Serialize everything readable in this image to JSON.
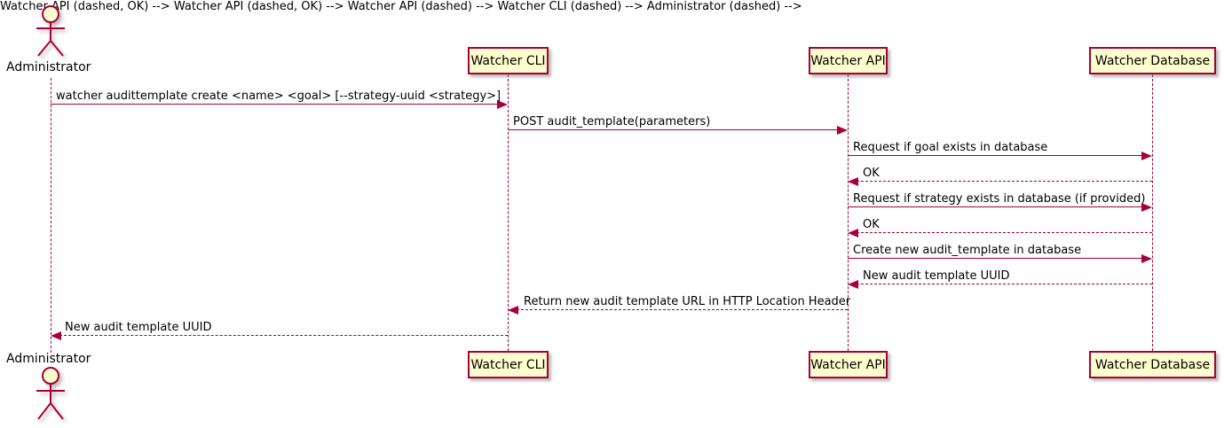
{
  "diagram": {
    "type": "sequence-diagram",
    "colors": {
      "accent": "#A80036",
      "participant_fill": "#FEFECE",
      "text": "#000000",
      "background": "#FFFFFF"
    },
    "actor": {
      "name": "Administrator"
    },
    "participants": [
      {
        "name": "Watcher CLI"
      },
      {
        "name": "Watcher API"
      },
      {
        "name": "Watcher Database"
      }
    ],
    "messages": [
      {
        "from": "Administrator",
        "to": "Watcher CLI",
        "style": "solid",
        "label": "watcher audittemplate create <name> <goal> [--strategy-uuid <strategy>]"
      },
      {
        "from": "Watcher CLI",
        "to": "Watcher API",
        "style": "solid",
        "label": "POST audit_template(parameters)"
      },
      {
        "from": "Watcher API",
        "to": "Watcher Database",
        "style": "solid",
        "label": "Request if goal exists in database"
      },
      {
        "from": "Watcher Database",
        "to": "Watcher API",
        "style": "dashed",
        "label": "OK"
      },
      {
        "from": "Watcher API",
        "to": "Watcher Database",
        "style": "solid",
        "label": "Request if strategy exists in database (if provided)"
      },
      {
        "from": "Watcher Database",
        "to": "Watcher API",
        "style": "dashed",
        "label": "OK"
      },
      {
        "from": "Watcher API",
        "to": "Watcher Database",
        "style": "solid",
        "label": "Create new audit_template in database"
      },
      {
        "from": "Watcher Database",
        "to": "Watcher API",
        "style": "dashed",
        "label": "New audit template UUID"
      },
      {
        "from": "Watcher API",
        "to": "Watcher CLI",
        "style": "dashed",
        "label": "Return new audit template URL in HTTP Location Header"
      },
      {
        "from": "Watcher CLI",
        "to": "Administrator",
        "style": "dashed",
        "label": "New audit template UUID"
      }
    ]
  }
}
